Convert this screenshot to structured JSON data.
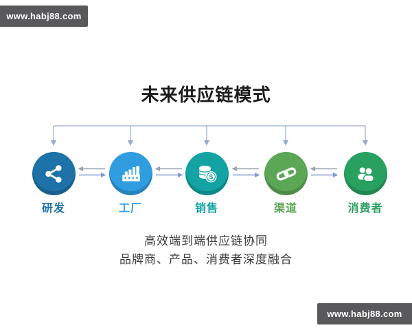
{
  "watermark_top": {
    "text": "www.habj88.com"
  },
  "watermark_bottom": {
    "text": "www.habj88.com"
  },
  "title": "未来供应链模式",
  "diagram": {
    "connector_color": "#94abce",
    "arrow_left_color": "#99a3b3",
    "arrow_right_color": "#7e9bd2",
    "nodes": [
      {
        "label": "研发",
        "color": "#1d72a8",
        "icon": "share-icon"
      },
      {
        "label": "工厂",
        "color": "#2f9de0",
        "icon": "factory-icon"
      },
      {
        "label": "销售",
        "color": "#12a3a2",
        "icon": "coins-icon"
      },
      {
        "label": "渠道",
        "color": "#5ba756",
        "icon": "chain-link-icon"
      },
      {
        "label": "消费者",
        "color": "#28a160",
        "icon": "users-icon"
      }
    ]
  },
  "footer": {
    "line1": "高效端到端供应链协同",
    "line2": "品牌商、产品、消费者深度融合"
  }
}
